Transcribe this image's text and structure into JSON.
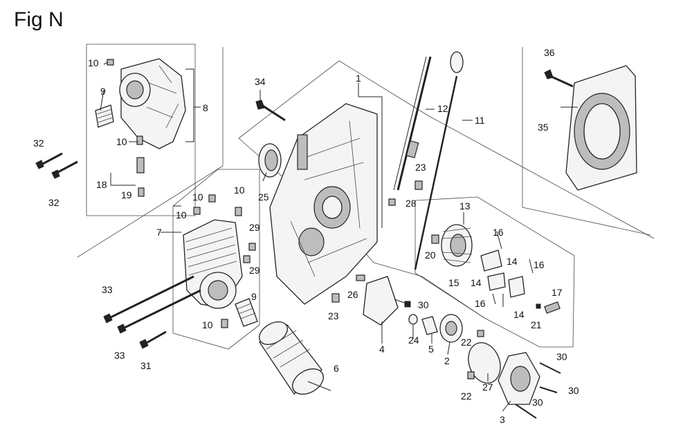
{
  "figure": {
    "title": "Fig N"
  },
  "callouts": [
    {
      "id": "c1",
      "text": "1"
    },
    {
      "id": "c2",
      "text": "2"
    },
    {
      "id": "c3",
      "text": "3"
    },
    {
      "id": "c4",
      "text": "4"
    },
    {
      "id": "c5",
      "text": "5"
    },
    {
      "id": "c6",
      "text": "6"
    },
    {
      "id": "c7",
      "text": "7"
    },
    {
      "id": "c8",
      "text": "8"
    },
    {
      "id": "c9a",
      "text": "9"
    },
    {
      "id": "c9b",
      "text": "9"
    },
    {
      "id": "c10a",
      "text": "10"
    },
    {
      "id": "c10b",
      "text": "10"
    },
    {
      "id": "c10c",
      "text": "10"
    },
    {
      "id": "c10d",
      "text": "10"
    },
    {
      "id": "c10e",
      "text": "10"
    },
    {
      "id": "c10f",
      "text": "10"
    },
    {
      "id": "c11",
      "text": "11"
    },
    {
      "id": "c12",
      "text": "12"
    },
    {
      "id": "c13",
      "text": "13"
    },
    {
      "id": "c14a",
      "text": "14"
    },
    {
      "id": "c14b",
      "text": "14"
    },
    {
      "id": "c14c",
      "text": "14"
    },
    {
      "id": "c15",
      "text": "15"
    },
    {
      "id": "c16a",
      "text": "16"
    },
    {
      "id": "c16b",
      "text": "16"
    },
    {
      "id": "c16c",
      "text": "16"
    },
    {
      "id": "c17",
      "text": "17"
    },
    {
      "id": "c18",
      "text": "18"
    },
    {
      "id": "c19",
      "text": "19"
    },
    {
      "id": "c20",
      "text": "20"
    },
    {
      "id": "c21",
      "text": "21"
    },
    {
      "id": "c22a",
      "text": "22"
    },
    {
      "id": "c22b",
      "text": "22"
    },
    {
      "id": "c23a",
      "text": "23"
    },
    {
      "id": "c23b",
      "text": "23"
    },
    {
      "id": "c24",
      "text": "24"
    },
    {
      "id": "c25",
      "text": "25"
    },
    {
      "id": "c26",
      "text": "26"
    },
    {
      "id": "c27",
      "text": "27"
    },
    {
      "id": "c28",
      "text": "28"
    },
    {
      "id": "c29a",
      "text": "29"
    },
    {
      "id": "c29b",
      "text": "29"
    },
    {
      "id": "c30a",
      "text": "30"
    },
    {
      "id": "c30b",
      "text": "30"
    },
    {
      "id": "c30c",
      "text": "30"
    },
    {
      "id": "c30d",
      "text": "30"
    },
    {
      "id": "c31",
      "text": "31"
    },
    {
      "id": "c32a",
      "text": "32"
    },
    {
      "id": "c32b",
      "text": "32"
    },
    {
      "id": "c33a",
      "text": "33"
    },
    {
      "id": "c33b",
      "text": "33"
    },
    {
      "id": "c34",
      "text": "34"
    },
    {
      "id": "c35",
      "text": "35"
    },
    {
      "id": "c36",
      "text": "36"
    }
  ]
}
